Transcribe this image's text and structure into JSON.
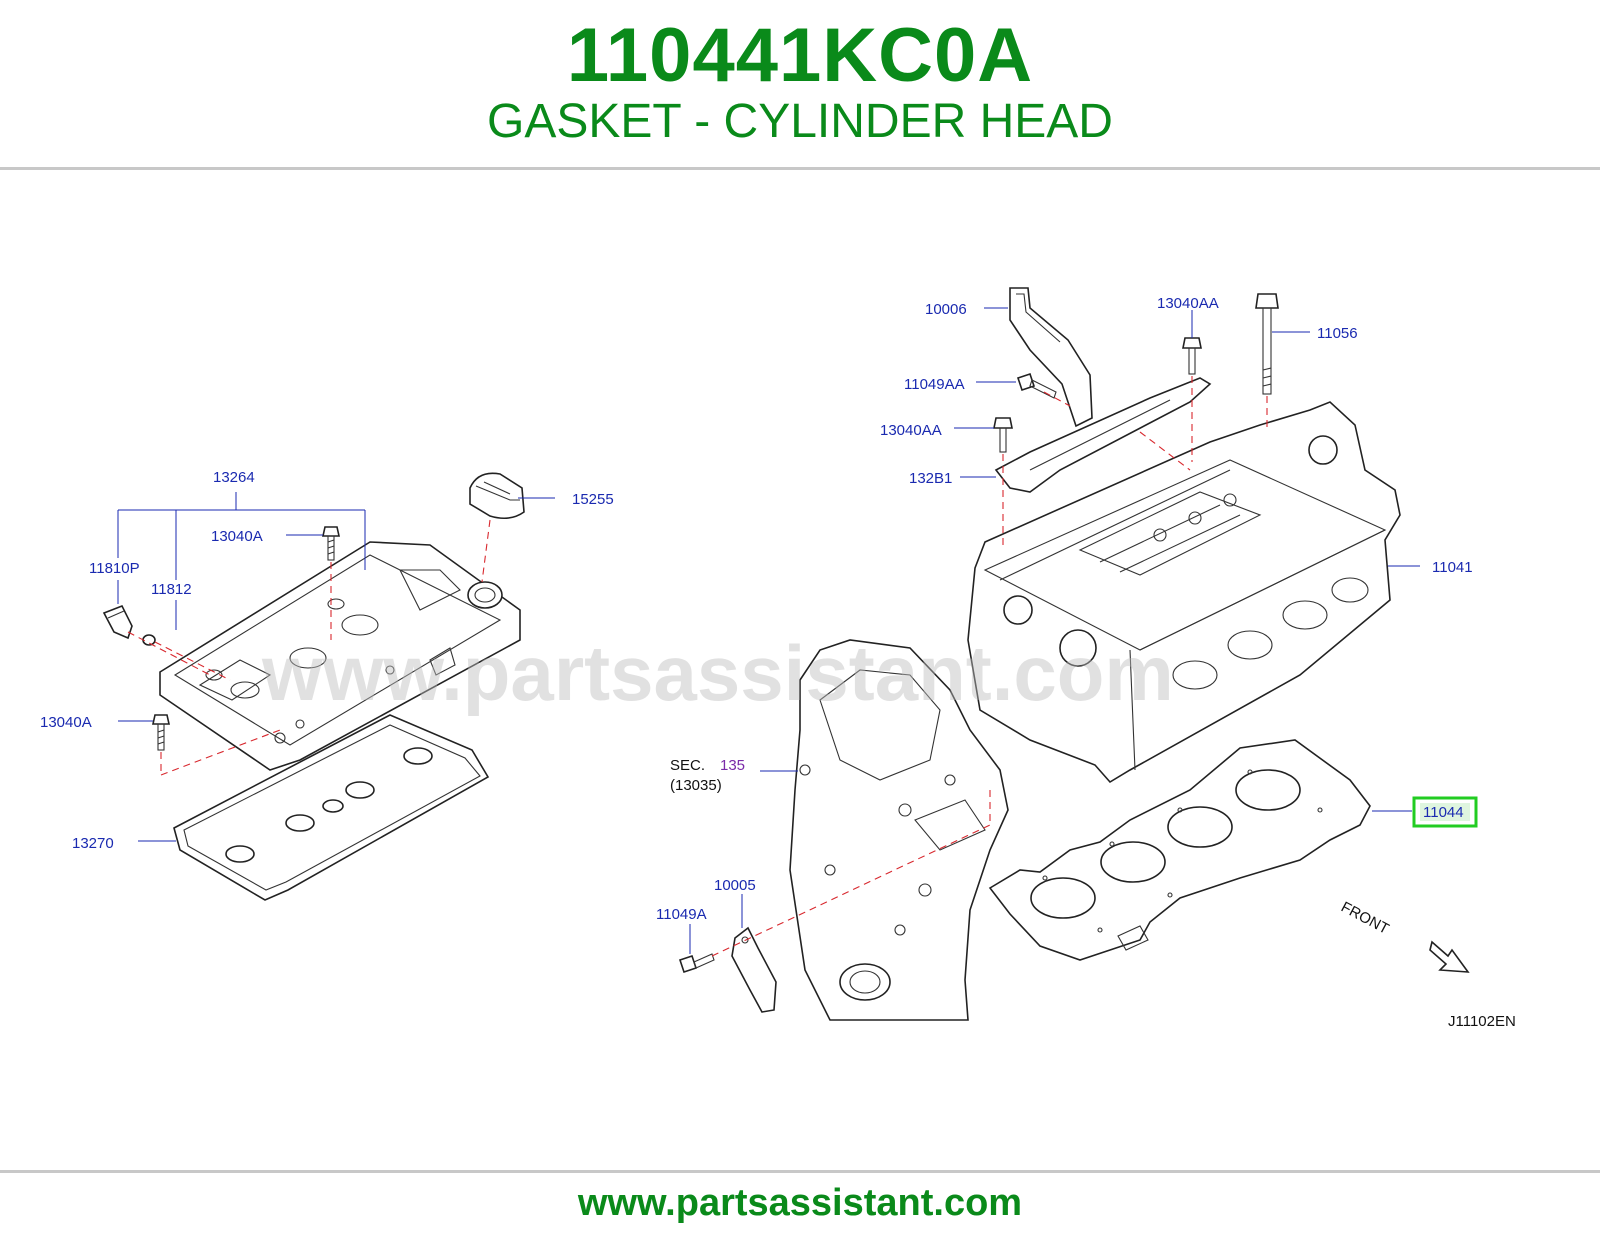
{
  "header": {
    "part_number": "110441KC0A",
    "part_name": "GASKET - CYLINDER HEAD"
  },
  "diagram": {
    "watermark": "www.partsassistant.com",
    "callouts": {
      "c10006": "10006",
      "c13040AA_top": "13040AA",
      "c11056": "11056",
      "c11049AA": "11049AA",
      "c13040AA_mid": "13040AA",
      "c132B1": "132B1",
      "c11041": "11041",
      "c13264": "13264",
      "c15255": "15255",
      "c13040A_top": "13040A",
      "c11810P": "11810P",
      "c11812": "11812",
      "c13040A_bottom": "13040A",
      "c13270": "13270",
      "sec_label": "SEC.",
      "sec_number": "135",
      "sec_ref": "(13035)",
      "c11044": "11044",
      "c10005": "10005",
      "c11049A": "11049A",
      "front": "FRONT",
      "diagram_code": "J11102EN"
    },
    "highlight_color": "#22cc22"
  },
  "footer": {
    "url": "www.partsassistant.com"
  }
}
